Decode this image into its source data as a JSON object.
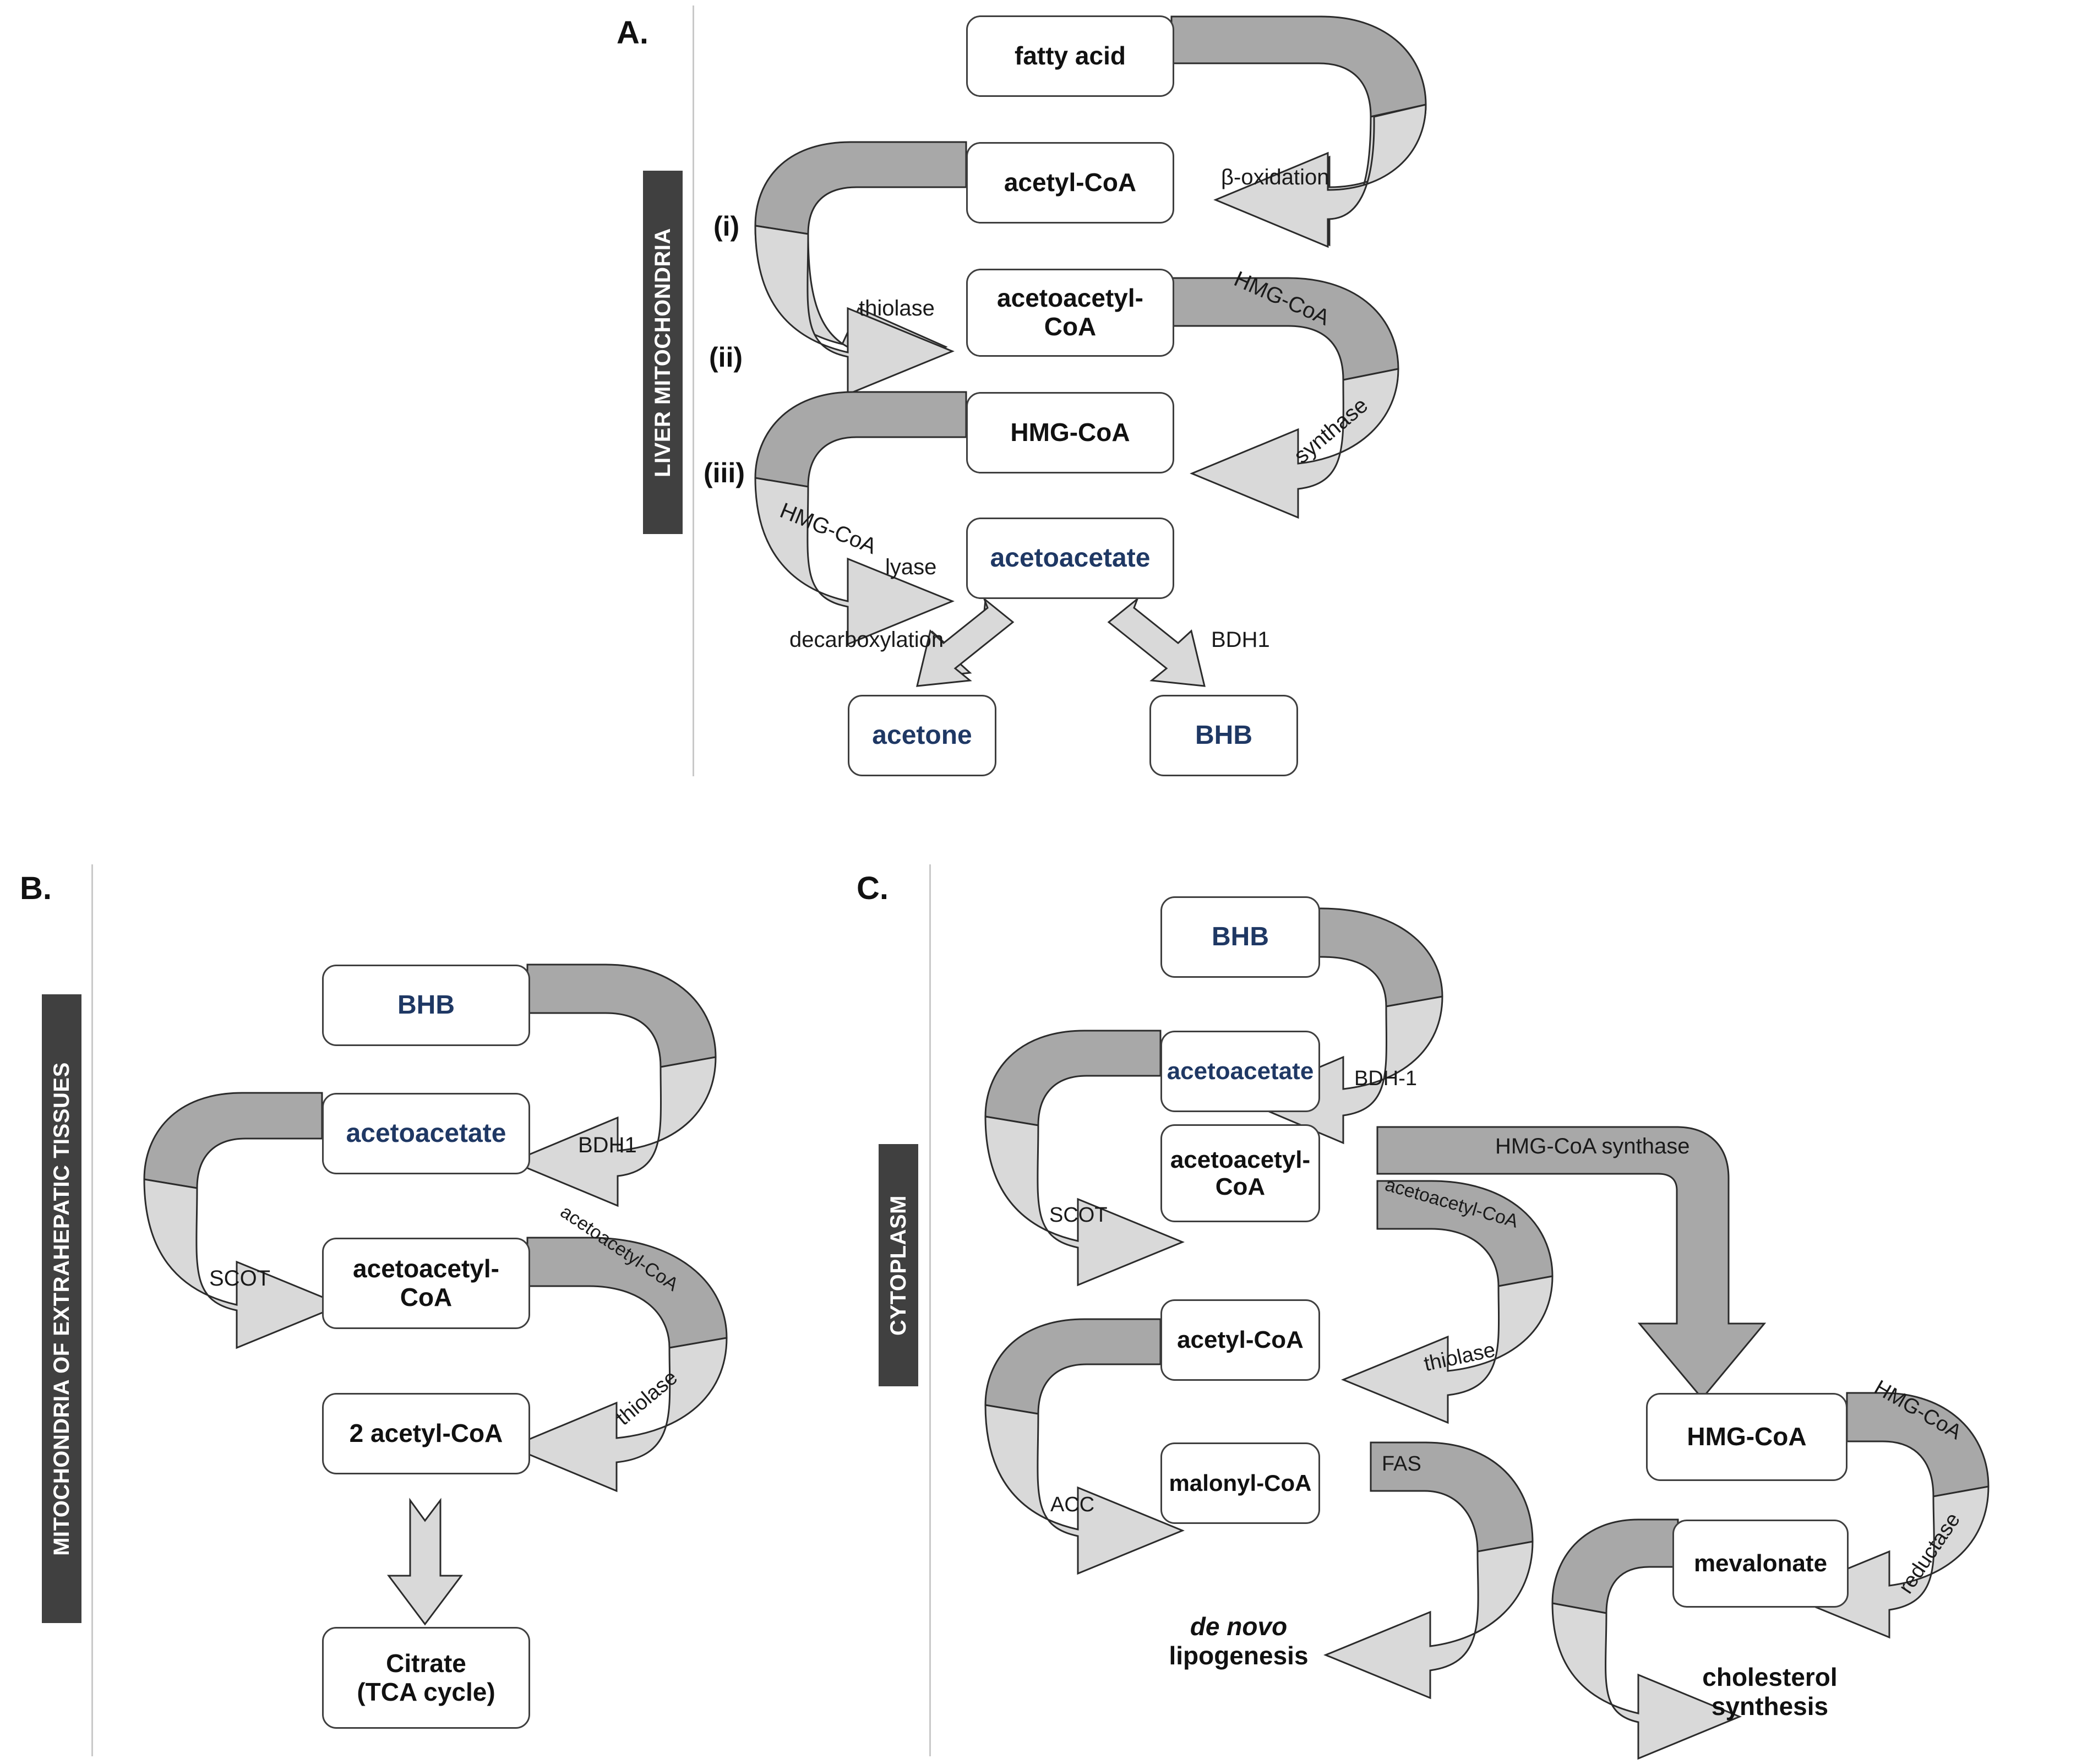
{
  "figure": {
    "title": "Ketone body metabolism: ketogenesis in liver mitochondria and ketolysis in extrahepatic tissues",
    "colors": {
      "ketone_blue": "#1f3864",
      "arrow_dark": "#a8a8a8",
      "arrow_light": "#d9d9d9",
      "compartment_bar": "#404040",
      "box_border": "#3f3f3f",
      "divider": "#c9c9c9"
    }
  },
  "panel_a": {
    "letter": "A.",
    "compartment": "LIVER  MITOCHONDRIA",
    "steps": [
      "(i)",
      "(ii)",
      "(iii)"
    ],
    "nodes": {
      "fatty_acid": "fatty acid",
      "acetyl_coa": "acetyl-CoA",
      "acetoacetyl_coa": "acetoacetyl-\nCoA",
      "acetoacetyl_coa_l1": "acetoacetyl-",
      "acetoacetyl_coa_l2": "CoA",
      "hmg_coa": "HMG-CoA",
      "acetoacetate": "acetoacetate",
      "acetone": "acetone",
      "bhb": "BHB"
    },
    "enzymes": {
      "beta_oxidation": "β-oxidation",
      "thiolase": "thiolase",
      "hmg_coa_ribbon": "HMG-CoA",
      "synthase": "synthase",
      "hmg_coa_lyase_a": "HMG-CoA",
      "hmg_coa_lyase_b": "lyase",
      "decarboxylation": "decarboxylation",
      "bdh1": "BDH1"
    }
  },
  "panel_b": {
    "letter": "B.",
    "compartment": "MITOCHONDRIA OF EXTRAHEPATIC TISSUES",
    "nodes": {
      "bhb": "BHB",
      "acetoacetate": "acetoacetate",
      "acetoacetyl_coa_l1": "acetoacetyl-",
      "acetoacetyl_coa_l2": "CoA",
      "two_acetyl_coa": "2 acetyl-CoA",
      "citrate_l1": "Citrate",
      "citrate_l2": "(TCA cycle)"
    },
    "enzymes": {
      "bdh1": "BDH1",
      "scot": "SCOT",
      "acetoacetyl_coa_ribbon": "acetoacetyl-CoA",
      "thiolase": "thiolase"
    }
  },
  "panel_c": {
    "letter": "C.",
    "compartment": "CYTOPLASM",
    "nodes": {
      "bhb": "BHB",
      "acetoacetate": "acetoacetate",
      "acetoacetyl_coa_l1": "acetoacetyl-",
      "acetoacetyl_coa_l2": "CoA",
      "acetyl_coa": "acetyl-CoA",
      "malonyl_coa": "malonyl-CoA",
      "hmg_coa": "HMG-CoA",
      "mevalonate": "mevalonate"
    },
    "outputs": {
      "de_novo_l1": "de novo",
      "de_novo_l2": "lipogenesis",
      "cholesterol_l1": "cholesterol",
      "cholesterol_l2": "synthesis"
    },
    "enzymes": {
      "bdh1": "BDH-1",
      "scot": "SCOT",
      "hmg_coa_synthase": "HMG-CoA synthase",
      "acetoacetyl_coa_ribbon": "acetoacetyl-CoA",
      "thiolase": "thiolase",
      "acc": "ACC",
      "fas": "FAS",
      "hmg_coa_ribbon": "HMG-CoA",
      "reductase": "reductase"
    }
  }
}
